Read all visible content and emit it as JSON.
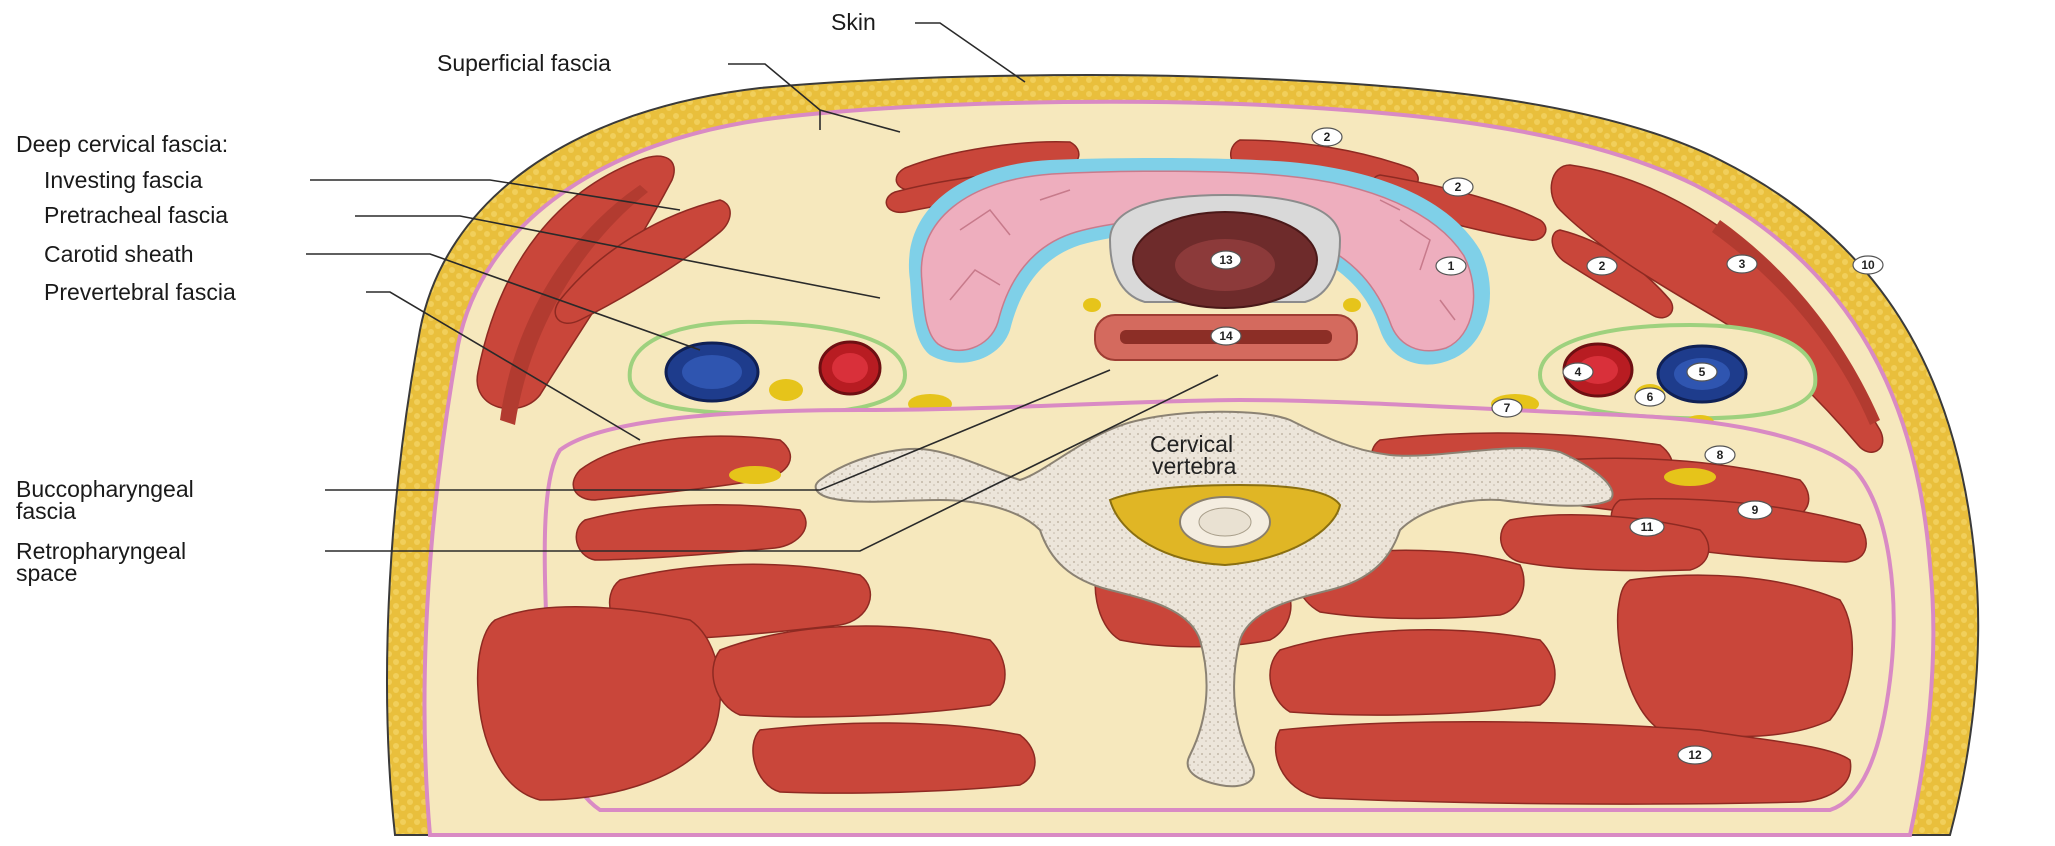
{
  "labels": {
    "skin": "Skin",
    "superficial_fascia": "Superficial fascia",
    "deep_cervical_fascia": "Deep cervical fascia:",
    "investing_fascia": "Investing fascia",
    "pretracheal_fascia": "Pretracheal fascia",
    "carotid_sheath": "Carotid sheath",
    "prevertebral_fascia": "Prevertebral fascia",
    "buccopharyngeal_line1": "Buccopharyngeal",
    "buccopharyngeal_line2": "fascia",
    "retropharyngeal_line1": "Retropharyngeal",
    "retropharyngeal_line2": "space",
    "vertebra_line1": "Cervical",
    "vertebra_line2": "vertebra"
  },
  "markers": [
    "1",
    "2",
    "2",
    "2",
    "3",
    "4",
    "5",
    "6",
    "7",
    "8",
    "9",
    "10",
    "11",
    "12",
    "13",
    "14"
  ],
  "colors": {
    "fat": "#e9bf3c",
    "fat_light": "#f2d77a",
    "connective": "#f5e6b8",
    "muscle": "#c9463a",
    "muscle_dark": "#9e2f27",
    "fascia_pink": "#d98ac4",
    "fascia_green": "#9ed17e",
    "fascia_blue": "#7fd0e8",
    "thyroid": "#eeaebe",
    "vein": "#1e3c8c",
    "artery": "#b81c22",
    "nerve": "#e6c41a",
    "bone": "#e9e2d6"
  }
}
